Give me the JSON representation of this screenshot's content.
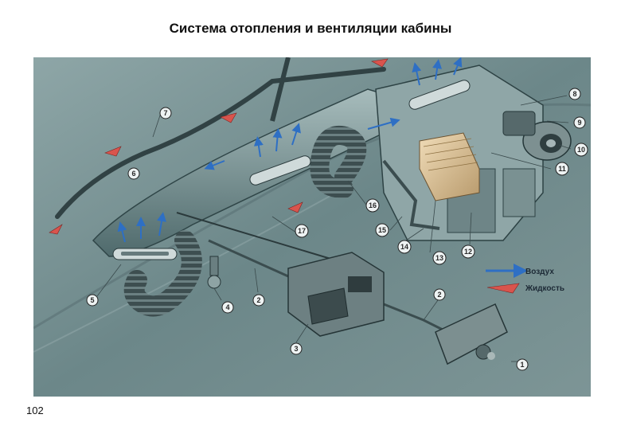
{
  "title": "Система отопления и вентиляции кабины",
  "page_number": "102",
  "legend": [
    {
      "label": "Воздух",
      "color": "#2e6fc4"
    },
    {
      "label": "Жидкость",
      "color": "#d9544d"
    }
  ],
  "callouts": [
    "1",
    "2",
    "2",
    "3",
    "4",
    "5",
    "6",
    "7",
    "8",
    "9",
    "10",
    "11",
    "12",
    "13",
    "14",
    "15",
    "16",
    "17"
  ],
  "colors": {
    "air_arrow": "#2e6fc4",
    "liquid_arrow": "#d9544d",
    "background": "#6f8b8c"
  }
}
